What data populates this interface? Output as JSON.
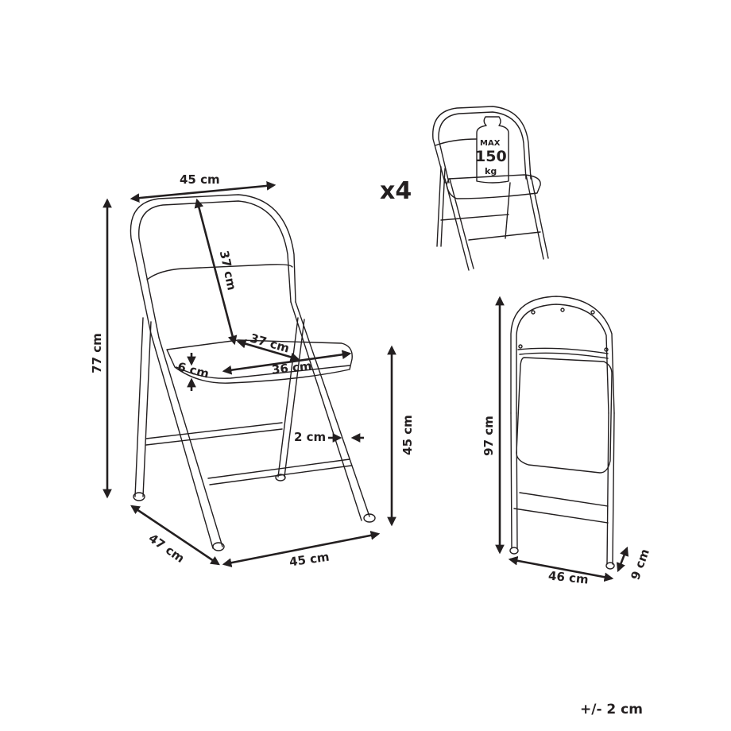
{
  "diagram": {
    "type": "product-dimension-drawing",
    "subject": "folding chair",
    "line_color": "#231f20",
    "background": "#ffffff"
  },
  "main_view": {
    "dimensions": {
      "backrest_width": "45 cm",
      "backrest_height": "37 cm",
      "total_height": "77 cm",
      "seat_depth": "37 cm",
      "seat_width": "36 cm",
      "seat_thickness": "6 cm",
      "frame_tube_diameter": "2 cm",
      "seat_height": "45 cm",
      "base_depth": "47 cm",
      "base_width": "45 cm"
    }
  },
  "quantity": {
    "label": "x4"
  },
  "load_view": {
    "weight_max_label": "MAX",
    "weight_value": "150",
    "weight_unit": "kg"
  },
  "folded_view": {
    "dimensions": {
      "folded_height": "97 cm",
      "folded_width": "46 cm",
      "folded_depth": "9 cm"
    }
  },
  "footer": {
    "tolerance": "+/- 2 cm"
  }
}
